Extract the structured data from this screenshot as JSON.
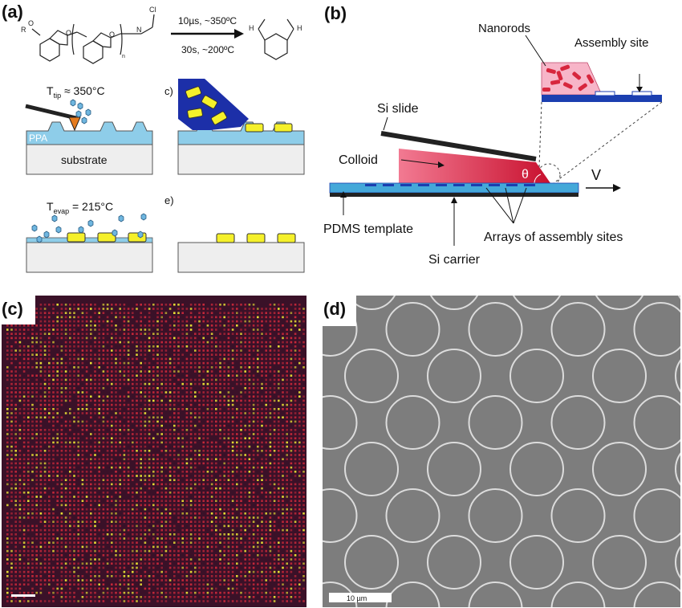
{
  "panels": {
    "a": {
      "label": "(a)",
      "reaction": {
        "top_condition": "10µs, ~350ºC",
        "bottom_condition": "30s, ~200ºC",
        "r_group": "R",
        "chlorine": "Cl",
        "subscript_n": "n",
        "h_left": "H",
        "h_right": "H",
        "o_atom": "O",
        "n_atom": "N"
      },
      "steps": {
        "tip_temp": "T",
        "tip_temp_sub": "tip",
        "tip_temp_val": " ≈ 350°C",
        "step_c": "c)",
        "evap_temp": "T",
        "evap_temp_sub": "evap",
        "evap_temp_val": " = 215°C",
        "step_e": "e)",
        "ppa": "PPA",
        "substrate": "substrate"
      }
    },
    "b": {
      "label": "(b)",
      "nanorods": "Nanorods",
      "assembly_site": "Assembly site",
      "si_slide": "Si slide",
      "colloid": "Colloid",
      "theta": "θ",
      "velocity": "V",
      "pdms_template": "PDMS template",
      "arrays": "Arrays of assembly sites",
      "si_carrier": "Si carrier"
    },
    "c": {
      "label": "(c)"
    },
    "d": {
      "label": "(d)",
      "scalebar": "10 µm"
    }
  },
  "colors": {
    "ppa_blue": "#8ecde9",
    "substrate_gray": "#eeeeee",
    "polymer_dark_blue": "#1c2fa8",
    "rod_yellow": "#f5f02a",
    "colloid_red": "#e0405c",
    "nanorod_red": "#d7263d",
    "pink_box": "#f7b5c8",
    "pdms_blue": "#44a8d9",
    "template_blue": "#1b3fb0",
    "sem_gray": "#7d7d7d",
    "fluor_bg": "#3a1128",
    "fluor_dot_red": "#c8283a",
    "fluor_dot_yellow": "#e8e034"
  }
}
